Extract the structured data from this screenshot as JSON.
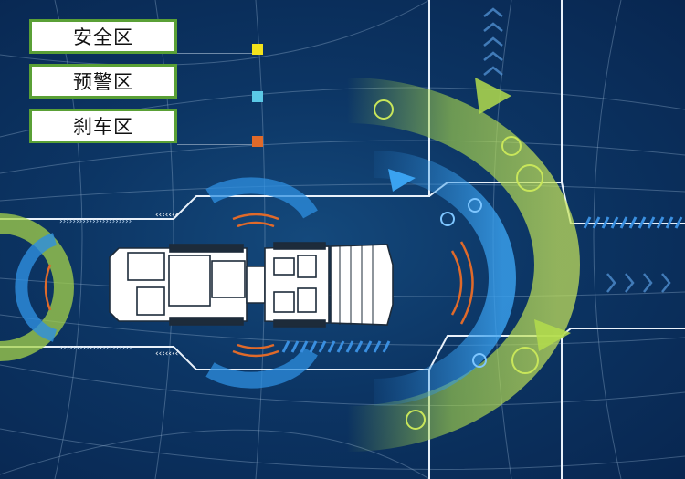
{
  "legend": {
    "items": [
      {
        "label": "安全区",
        "color": "#f2e21b"
      },
      {
        "label": "预警区",
        "color": "#5bc8e6"
      },
      {
        "label": "刹车区",
        "color": "#e06a2a"
      }
    ]
  },
  "icons": [
    "vehicle-icon",
    "chevron-arrow-icon"
  ],
  "colors": {
    "background": "#0c3564",
    "outer_ring": "#a4d24a",
    "inner_ring": "#2e8fe0",
    "brake_arc": "#e06a2a",
    "grid_line": "#9fbad6"
  }
}
